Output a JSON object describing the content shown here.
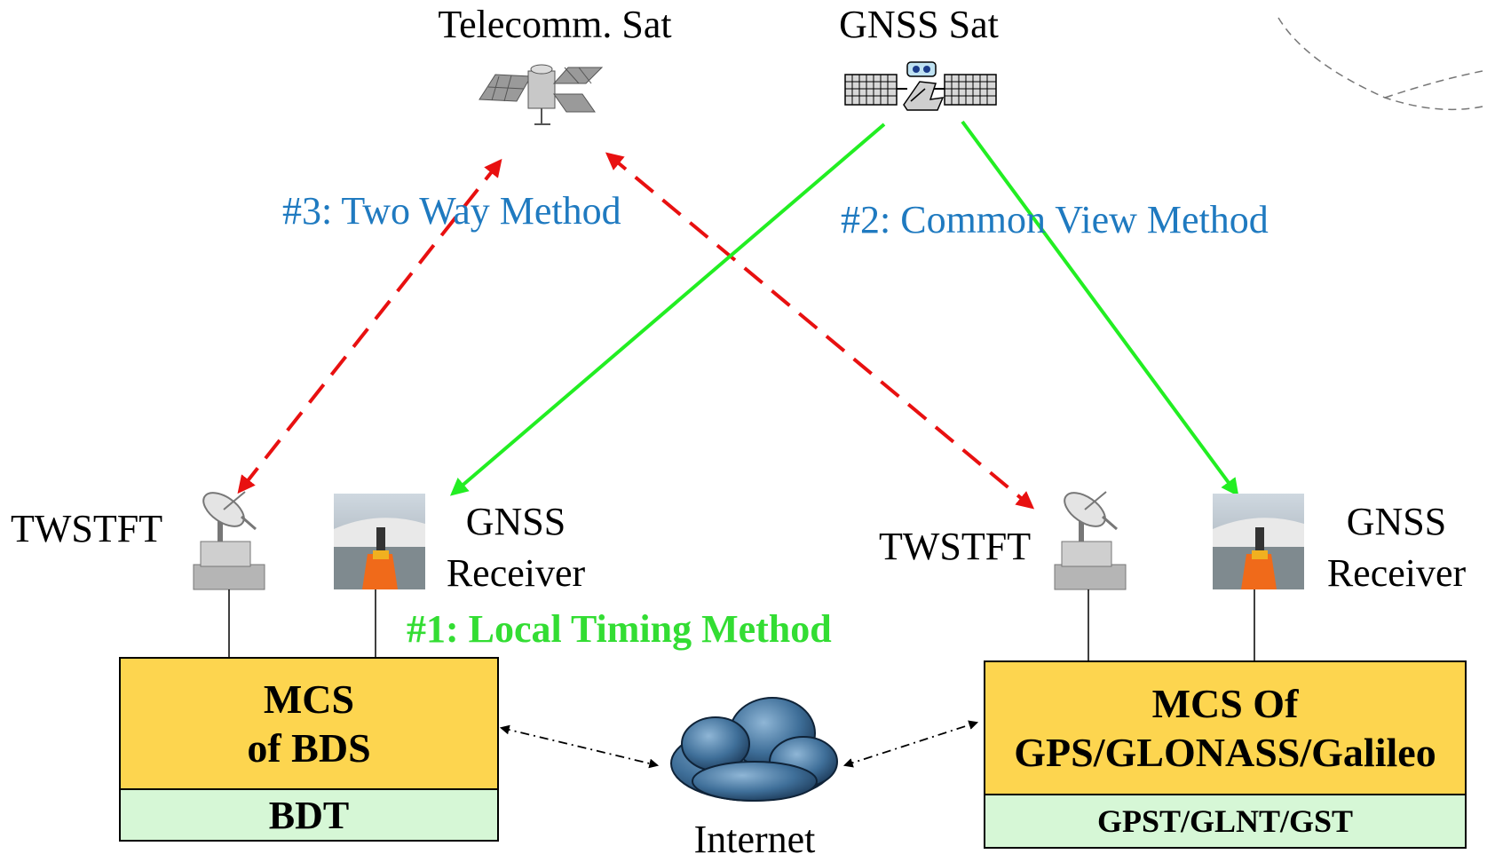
{
  "satellites": {
    "telecomm": {
      "label": "Telecomm. Sat",
      "icon": "telecomm-satellite-icon"
    },
    "gnss": {
      "label": "GNSS Sat",
      "icon": "gnss-satellite-icon"
    }
  },
  "methods": {
    "two_way": {
      "label": "#3: Two Way Method",
      "color": "#1f7ac0"
    },
    "common_view": {
      "label": "#2: Common View Method",
      "color": "#1f7ac0"
    },
    "local_timing": {
      "label": "#1: Local Timing Method",
      "color": "#33dd33"
    }
  },
  "left_station": {
    "twstft_label": "TWSTFT",
    "gnss_label_line1": "GNSS",
    "gnss_label_line2": "Receiver",
    "mcs_line1": "MCS",
    "mcs_line2": "of BDS",
    "time_system": "BDT"
  },
  "right_station": {
    "twstft_label": "TWSTFT",
    "gnss_label_line1": "GNSS",
    "gnss_label_line2": "Receiver",
    "mcs_line1": "MCS Of",
    "mcs_line2": "GPS/GLONASS/Galileo",
    "time_system": "GPST/GLNT/GST"
  },
  "internet": {
    "label": "Internet",
    "icon": "cloud-icon"
  },
  "colors": {
    "mcs_fill": "#fdd54f",
    "time_fill": "#d6f7d6",
    "two_way_arrow": "#e81010",
    "common_view_arrow": "#22ee22"
  }
}
